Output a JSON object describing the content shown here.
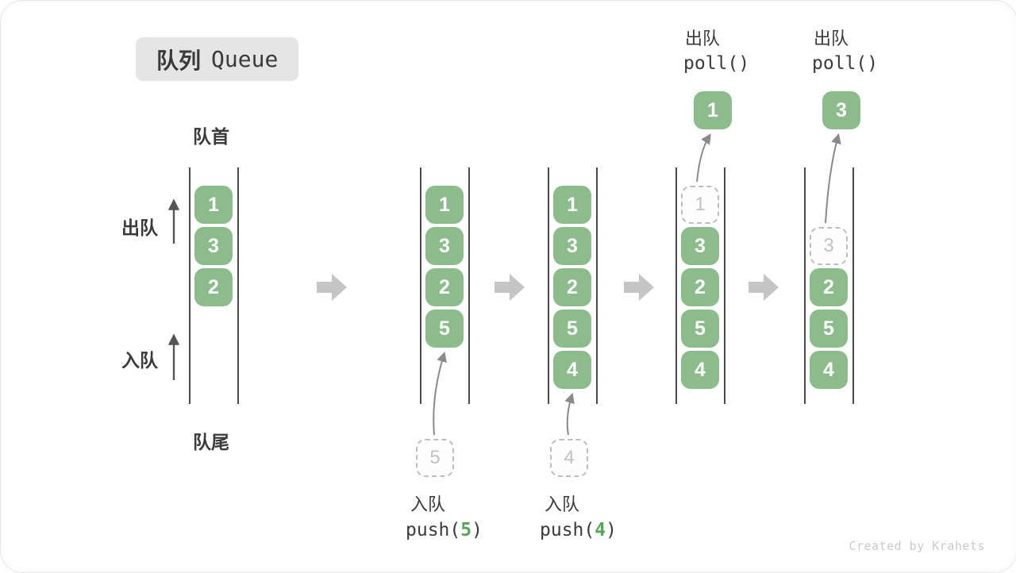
{
  "title": {
    "zh": "队列",
    "en": "Queue"
  },
  "labels": {
    "front": "队首",
    "rear": "队尾",
    "dequeue": "出队",
    "enqueue": "入队"
  },
  "colors": {
    "item_green": "#8CBC8C",
    "item_text": "#FFFFFF",
    "ghost_border": "#BDBDBD",
    "ghost_text": "#C2C2C2",
    "block_arrow": "#C5C5C5",
    "thin_arrow": "#8A8A8A",
    "accent_green": "#56A556",
    "badge_bg": "#E5E5E5",
    "text_dark": "#3A3A3A",
    "watermark_gray": "#C9C9C9"
  },
  "queues": [
    {
      "name": "state-initial",
      "slots": [
        {
          "row": 1,
          "value": "1",
          "ghost": false
        },
        {
          "row": 2,
          "value": "3",
          "ghost": false
        },
        {
          "row": 3,
          "value": "2",
          "ghost": false
        }
      ],
      "annotation": null
    },
    {
      "name": "state-push-5",
      "slots": [
        {
          "row": 1,
          "value": "1",
          "ghost": false
        },
        {
          "row": 2,
          "value": "3",
          "ghost": false
        },
        {
          "row": 3,
          "value": "2",
          "ghost": false
        },
        {
          "row": 4,
          "value": "5",
          "ghost": false
        }
      ],
      "annotation": {
        "kind": "push",
        "zh": "入队",
        "code_pre": "push(",
        "arg": "5",
        "code_post": ")",
        "incoming": "5"
      }
    },
    {
      "name": "state-push-4",
      "slots": [
        {
          "row": 1,
          "value": "1",
          "ghost": false
        },
        {
          "row": 2,
          "value": "3",
          "ghost": false
        },
        {
          "row": 3,
          "value": "2",
          "ghost": false
        },
        {
          "row": 4,
          "value": "5",
          "ghost": false
        },
        {
          "row": 5,
          "value": "4",
          "ghost": false
        }
      ],
      "annotation": {
        "kind": "push",
        "zh": "入队",
        "code_pre": "push(",
        "arg": "4",
        "code_post": ")",
        "incoming": "4"
      }
    },
    {
      "name": "state-poll-1",
      "slots": [
        {
          "row": 1,
          "value": "1",
          "ghost": true
        },
        {
          "row": 2,
          "value": "3",
          "ghost": false
        },
        {
          "row": 3,
          "value": "2",
          "ghost": false
        },
        {
          "row": 4,
          "value": "5",
          "ghost": false
        },
        {
          "row": 5,
          "value": "4",
          "ghost": false
        }
      ],
      "annotation": {
        "kind": "poll",
        "zh": "出队",
        "code": "poll()",
        "outgoing": "1"
      }
    },
    {
      "name": "state-poll-3",
      "slots": [
        {
          "row": 2,
          "value": "3",
          "ghost": true
        },
        {
          "row": 3,
          "value": "2",
          "ghost": false
        },
        {
          "row": 4,
          "value": "5",
          "ghost": false
        },
        {
          "row": 5,
          "value": "4",
          "ghost": false
        }
      ],
      "annotation": {
        "kind": "poll",
        "zh": "出队",
        "code": "poll()",
        "outgoing": "3"
      }
    }
  ],
  "watermark": "Created by Krahets"
}
